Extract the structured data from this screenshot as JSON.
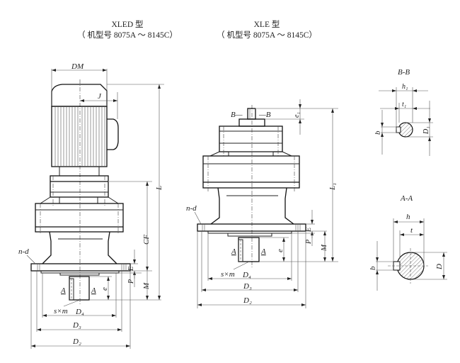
{
  "titles": {
    "xled": {
      "name": "XLED 型",
      "range": "（ 机型号 8075A ～ 8145C）"
    },
    "xle": {
      "name": "XLE 型",
      "range": "（ 机型号 8075A ～ 8145C）"
    }
  },
  "xled_labels": {
    "DM": "DM",
    "J": "J",
    "L": "L",
    "CF": "CF",
    "n_d": "n-d",
    "E": "E",
    "P": "P",
    "M": "M",
    "e": "e",
    "A_left": "A",
    "A_right": "A",
    "sxm": "s×m",
    "D4": "D₄",
    "D3": "D₃",
    "D2": "D₂"
  },
  "xle_labels": {
    "B_left": "B—",
    "B_right": "—B",
    "e1": "e₁",
    "L1": "L₁",
    "n_d": "n-d",
    "E": "E",
    "P": "P",
    "M": "M",
    "e": "e",
    "A_left": "A",
    "A_right": "A",
    "sxm": "s×m",
    "D4": "D₄",
    "D3": "D₃",
    "D2": "D₂"
  },
  "section_bb": {
    "title": "B-B",
    "h1": "h₁",
    "t1": "t₁",
    "b": "b",
    "D1": "D₁"
  },
  "section_aa": {
    "title": "A-A",
    "h": "h",
    "t": "t",
    "b": "b",
    "D": "D"
  }
}
